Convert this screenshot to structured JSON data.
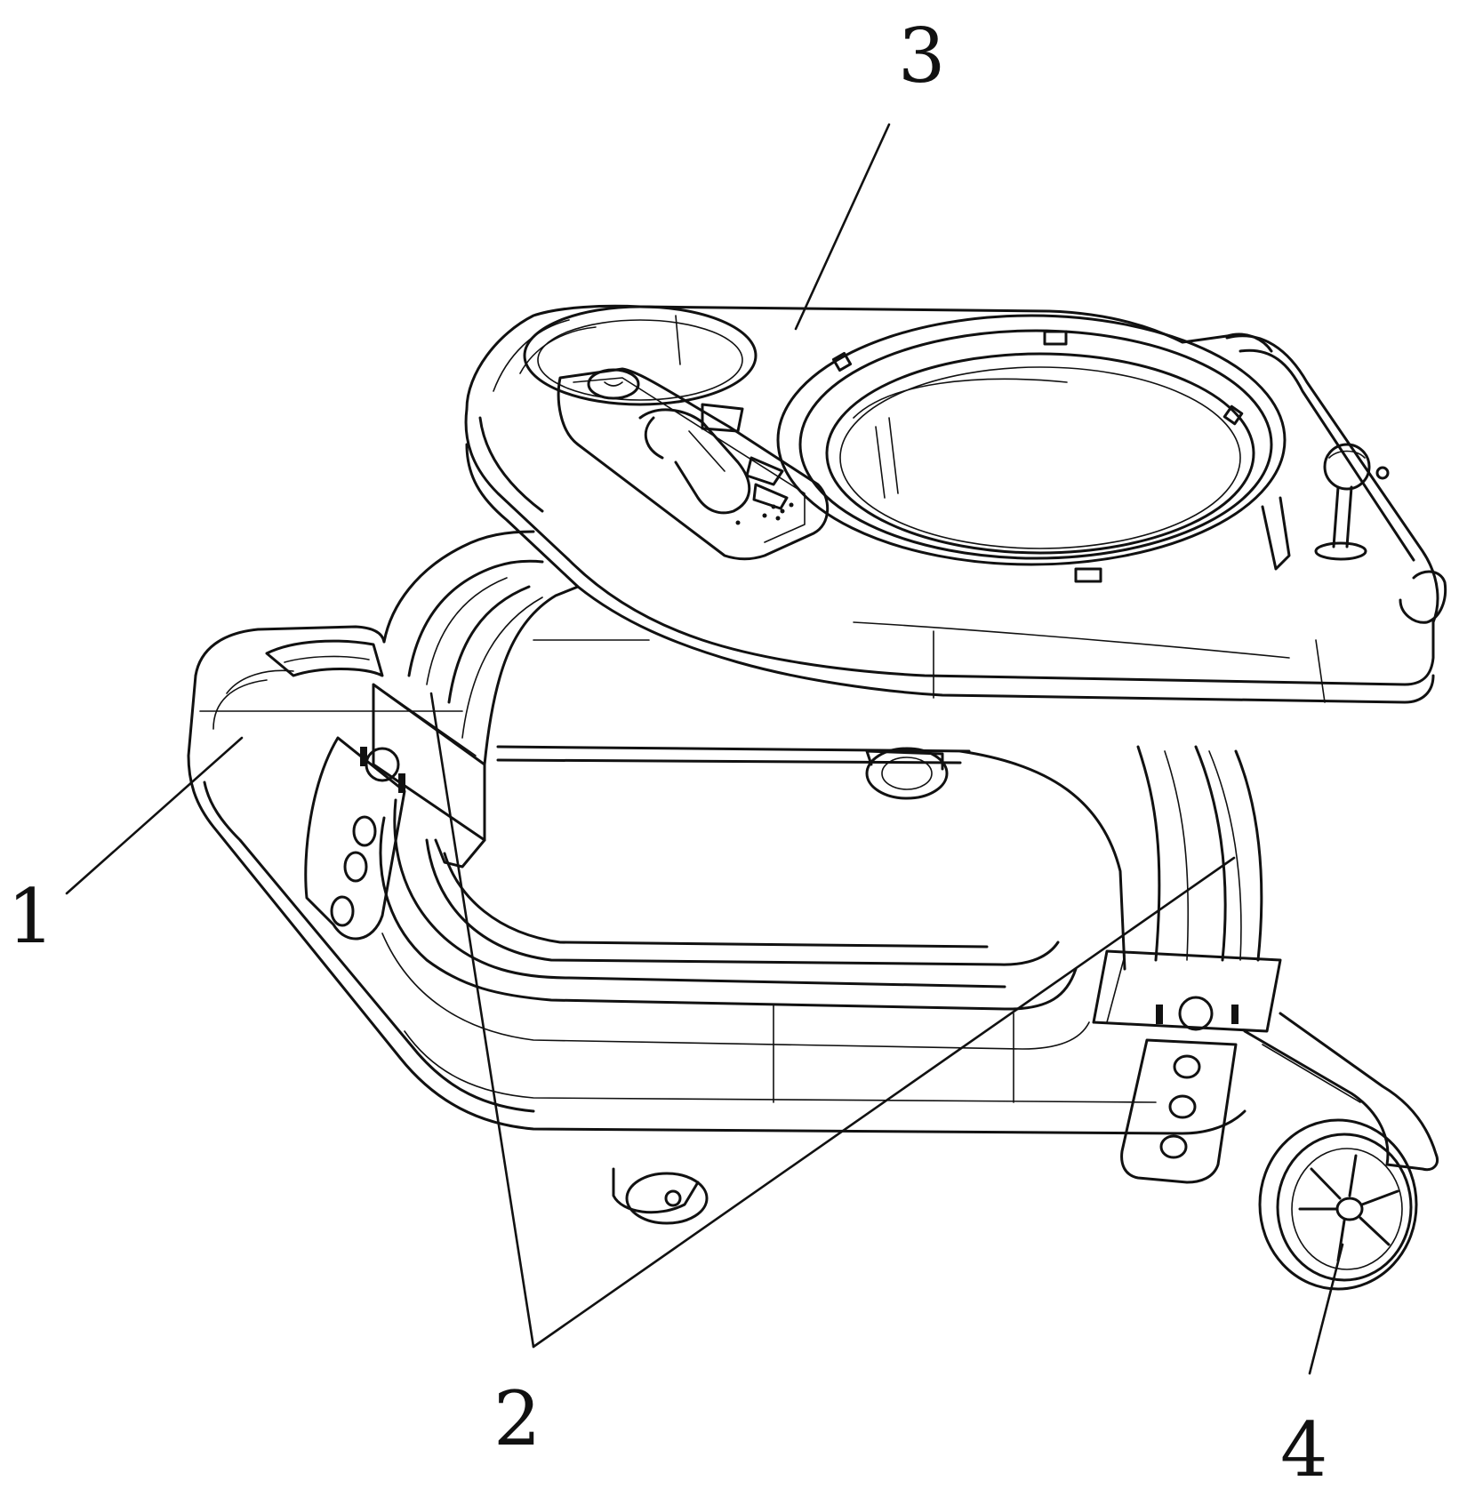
{
  "figure": {
    "callouts": [
      {
        "id": "base",
        "label": "1"
      },
      {
        "id": "support-frames",
        "label": "2"
      },
      {
        "id": "tray-seat",
        "label": "3"
      },
      {
        "id": "wheel",
        "label": "4"
      }
    ]
  },
  "colors": {
    "ink": "#111111",
    "paper": "#ffffff"
  }
}
